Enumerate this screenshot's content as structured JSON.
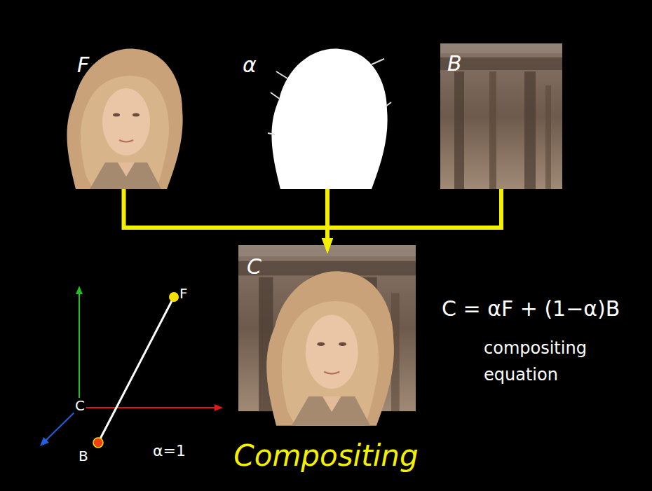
{
  "diagram": {
    "title": "Compositing",
    "nodes": [
      {
        "text": [
          "F"
        ]
      },
      {
        "text": [
          "α"
        ]
      },
      {
        "text": [
          "B"
        ]
      },
      {
        "text": [
          "C"
        ]
      }
    ],
    "edges": [
      {
        "from": 0,
        "to": 3,
        "arrow": "to"
      },
      {
        "from": 1,
        "to": 3,
        "arrow": "to"
      },
      {
        "from": 2,
        "to": 3,
        "arrow": "to"
      }
    ],
    "labels": [
      "F",
      "C",
      "B",
      "α=1",
      "C = αF + (1−α)B",
      "compositing equation"
    ]
  }
}
